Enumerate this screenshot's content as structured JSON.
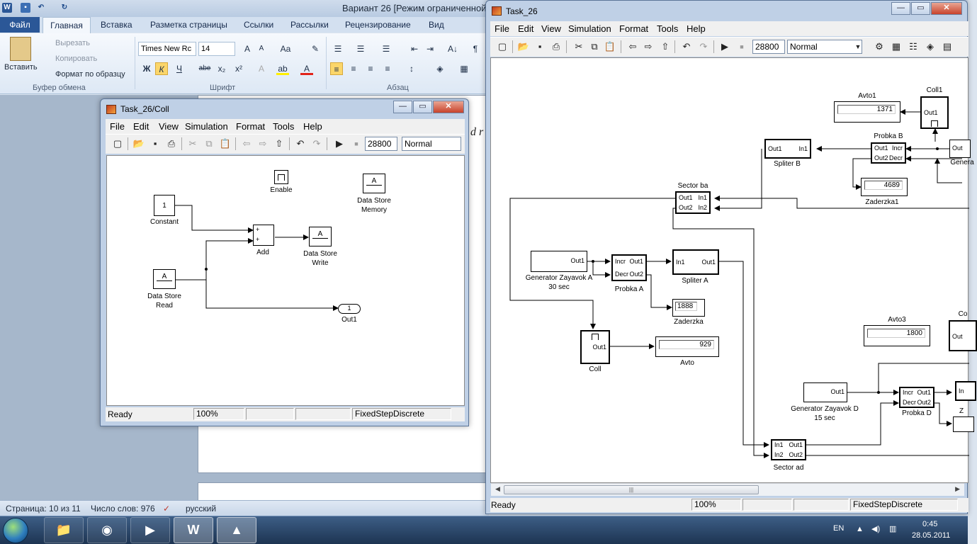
{
  "word": {
    "title": "Вариант 26 [Режим ограниченной ф",
    "tabs": {
      "file": "Файл",
      "home": "Главная",
      "insert": "Вставка",
      "layout": "Разметка страницы",
      "refs": "Ссылки",
      "mailings": "Рассылки",
      "review": "Рецензирование",
      "view": "Вид"
    },
    "clipboard": {
      "paste": "Вставить",
      "cut": "Вырезать",
      "copy": "Копировать",
      "format_painter": "Формат по образцу",
      "group": "Буфер обмена"
    },
    "font": {
      "name": "Times New Rc",
      "size": "14",
      "bold": "Ж",
      "italic": "К",
      "underline": "Ч",
      "strike": "abe",
      "group": "Шрифт"
    },
    "paragraph": {
      "group": "Абзац",
      "pilcrow": "¶"
    },
    "doc_peek_text": "d r",
    "status": {
      "page": "Страница: 10 из 11",
      "words": "Число слов: 976",
      "language": "русский"
    }
  },
  "coll_window": {
    "title": "Task_26/Coll",
    "menu": [
      "File",
      "Edit",
      "View",
      "Simulation",
      "Format",
      "Tools",
      "Help"
    ],
    "stop_time": "28800",
    "sim_mode": "Normal",
    "status": {
      "state": "Ready",
      "zoom": "100%",
      "solver": "FixedStepDiscrete"
    },
    "blocks": {
      "enable": "Enable",
      "constant_value": "1",
      "constant": "Constant",
      "ds_memory_sym": "A",
      "ds_memory": "Data Store\nMemory",
      "add": "Add",
      "add_sign1": "+",
      "add_sign2": "+",
      "ds_write_sym": "A",
      "ds_write": "Data Store\nWrite",
      "ds_read_sym": "A",
      "ds_read": "Data Store\nRead",
      "out1_num": "1",
      "out1": "Out1"
    }
  },
  "task_window": {
    "title": "Task_26",
    "menu": [
      "File",
      "Edit",
      "View",
      "Simulation",
      "Format",
      "Tools",
      "Help"
    ],
    "stop_time": "28800",
    "sim_mode": "Normal",
    "status": {
      "state": "Ready",
      "zoom": "100%",
      "solver": "FixedStepDiscrete"
    },
    "blocks": {
      "avto1": "Avto1",
      "avto1_value": "1371",
      "coll1": "Coll1",
      "probka_b": "Probka B",
      "spliter_b": "Spliter B",
      "zaderzka1": "Zaderzka1",
      "zaderzka1_value": "4689",
      "sector_ba": "Sector ba",
      "gen_a": "Generator Zayavok A\n30 sec",
      "probka_a": "Probka A",
      "spliter_a": "Spliter A",
      "zaderzka": "Zaderzka",
      "zaderzka_value": "1888",
      "coll": "Coll",
      "avto": "Avto",
      "avto_value": "929",
      "avto3": "Avto3",
      "avto3_value": "1800",
      "gen_d": "Generator Zayavok D\n15 sec",
      "probka_d": "Probka D",
      "sector_ad": "Sector ad",
      "gener_cut": "Genera",
      "co_cut": "Co",
      "z_cut": "Z",
      "in_cut": "In",
      "out_cut": "Out"
    },
    "ports": {
      "out1": "Out1",
      "out2": "Out2",
      "in1": "In1",
      "in2": "In2",
      "incr": "Incr",
      "decr": "Decr"
    }
  },
  "taskbar": {
    "lang": "EN",
    "time": "0:45",
    "date": "28.05.2011"
  }
}
